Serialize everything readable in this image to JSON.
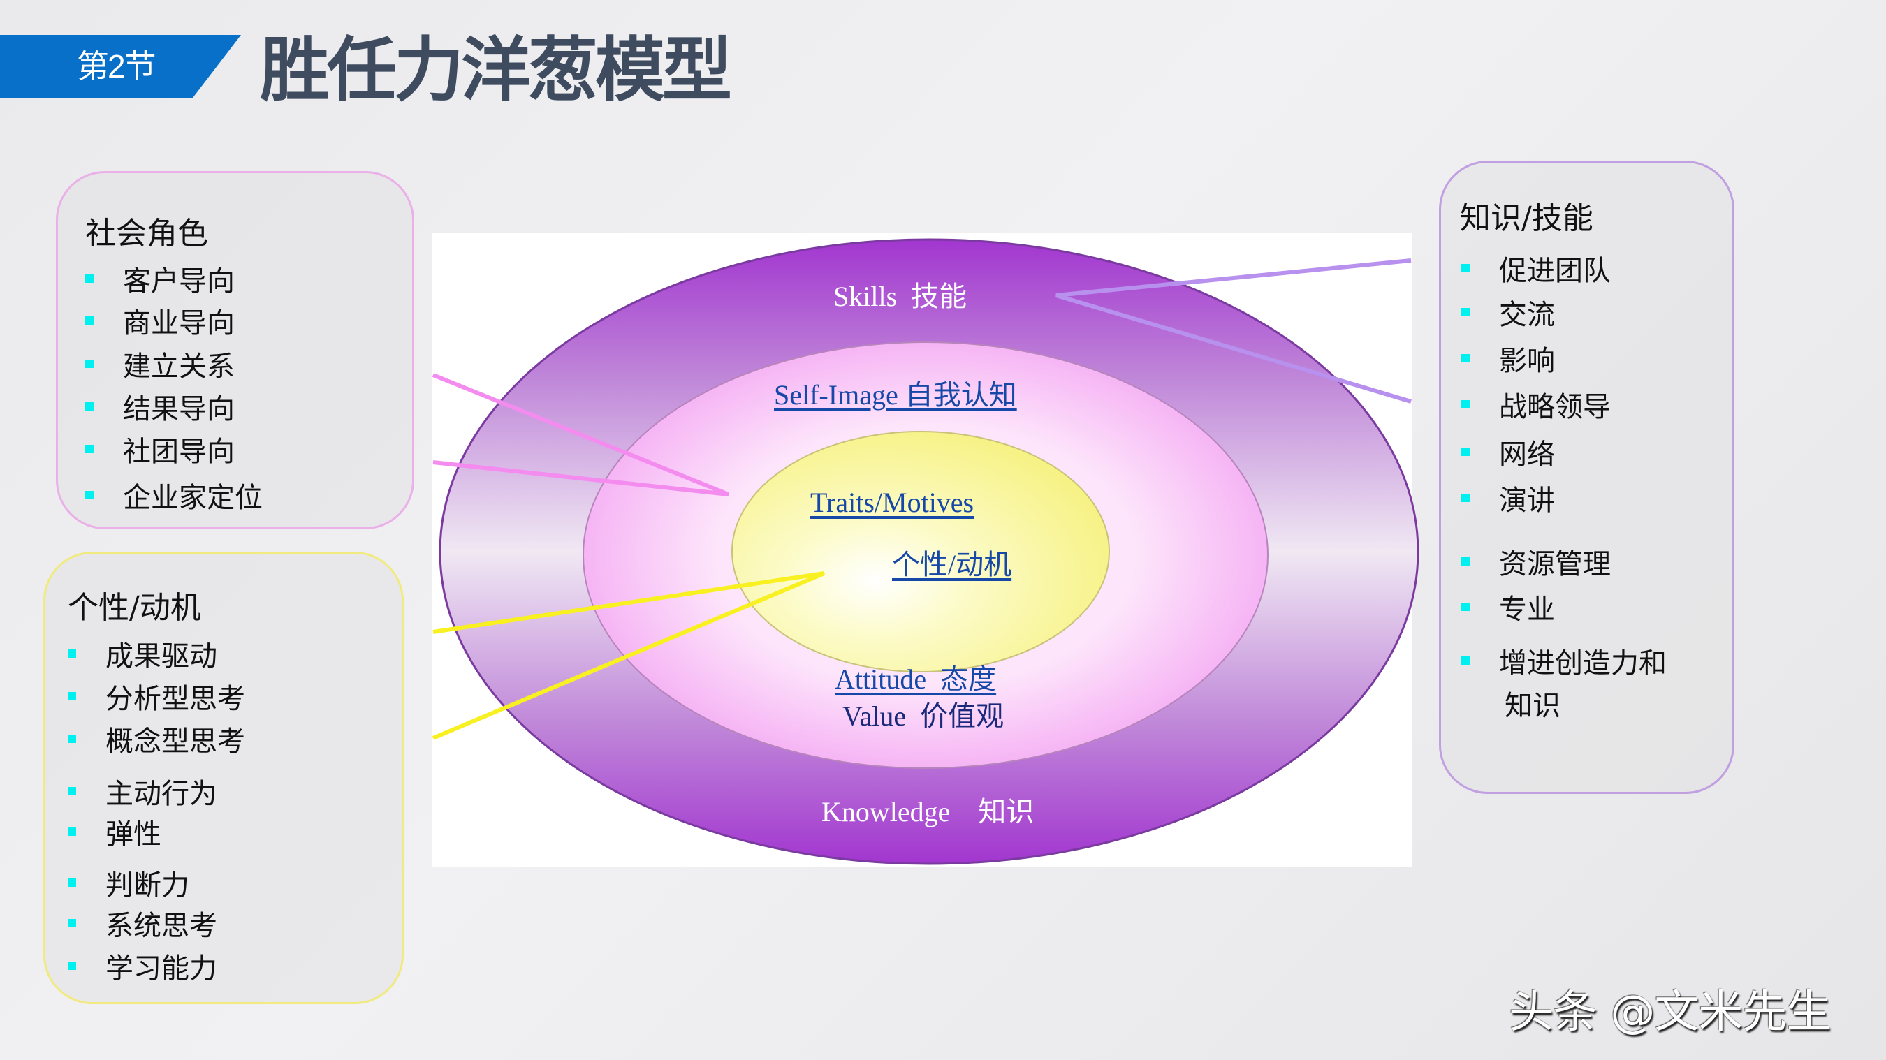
{
  "header": {
    "section_badge": "第2节",
    "title": "胜任力洋葱模型",
    "badge_color": "#0870c8",
    "title_color": "#3f4b5f"
  },
  "social_role_box": {
    "heading": "社会角色",
    "border_color": "#eab0e8",
    "items": [
      "客户导向",
      "商业导向",
      "建立关系",
      "结果导向",
      "社团导向",
      "企业家定位"
    ]
  },
  "traits_box": {
    "heading": "个性/动机",
    "border_color": "#f0ea80",
    "items": [
      "成果驱动",
      "分析型思考",
      "概念型思考",
      "主动行为",
      "弹性",
      "判断力",
      "系统思考",
      "学习能力"
    ]
  },
  "knowledge_skills_box": {
    "heading": "知识/技能",
    "border_color": "#c0a0e0",
    "items": [
      "促进团队",
      "交流",
      "影响",
      "战略领导",
      "网络",
      "演讲",
      "资源管理",
      "专业",
      "增进创造力和",
      "知识"
    ]
  },
  "onion_diagram": {
    "outer_ring": {
      "top_label": "Skills  技能",
      "bottom_label": "Knowledge    知识",
      "color_dark": "#a33fd0",
      "color_light": "#ece2f2"
    },
    "middle_ring": {
      "top_label": "Self-Image 自我认知",
      "attitude_label": "Attitude  态度",
      "value_label": "Value  价值观",
      "color": "#f5aef5"
    },
    "core": {
      "label_en": "Traits/Motives",
      "label_zh": "个性/动机",
      "color": "#f8f58a"
    },
    "bullet_color": "#00f0f0"
  },
  "watermark": "头条 @文米先生"
}
